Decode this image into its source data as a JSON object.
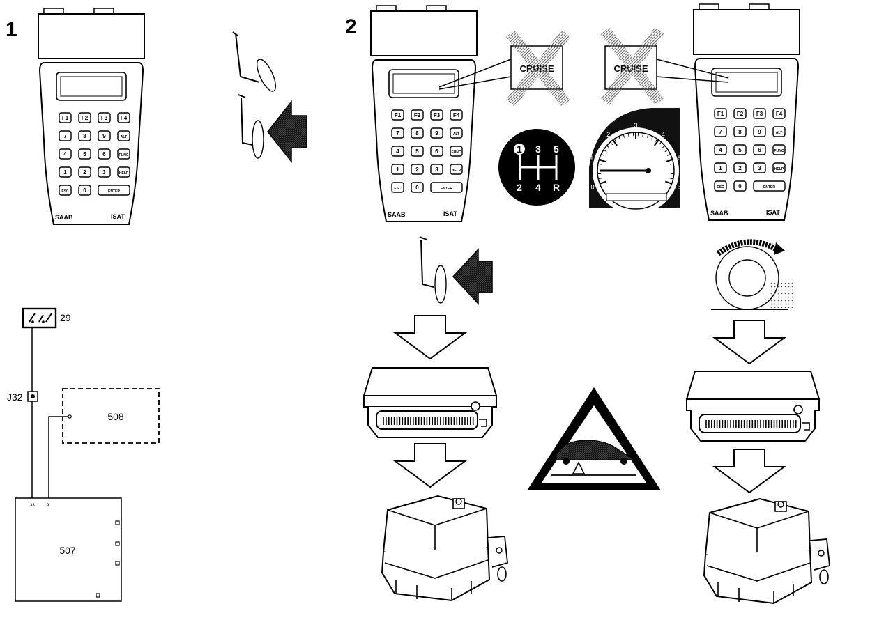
{
  "step_labels": {
    "step1": "1",
    "step2": "2"
  },
  "tester": {
    "brand": "SAAB",
    "model": "ISAT",
    "keypad": [
      [
        "F1",
        "F2",
        "F3",
        "F4"
      ],
      [
        "7",
        "8",
        "9",
        "ALT"
      ],
      [
        "4",
        "5",
        "6",
        "FUNC"
      ],
      [
        "1",
        "2",
        "3",
        "HELP"
      ],
      [
        "ESC",
        "0",
        "ENTER"
      ]
    ]
  },
  "cruise_sign": {
    "text": "CRUISE",
    "state": "crossed-out"
  },
  "gear_pattern": {
    "top": [
      "1",
      "3",
      "5"
    ],
    "bottom": [
      "2",
      "4",
      "R"
    ]
  },
  "speedometer_scale": [
    "0",
    "1",
    "2",
    "3",
    "4",
    "5",
    "6"
  ],
  "wiring": {
    "switch_ref": "29",
    "junction_ref": "J32",
    "module_dashed_ref": "508",
    "module_main_ref": "507",
    "pin_a": "33",
    "pin_b": "9"
  },
  "icons": [
    "clutch-pedal-icon",
    "wheel-rotation-icon",
    "control-unit-icon",
    "throttle-actuator-icon",
    "car-on-lift-warning-icon"
  ],
  "colors": {
    "ink": "#000000",
    "paper": "#ffffff",
    "hatch": "#777777"
  }
}
